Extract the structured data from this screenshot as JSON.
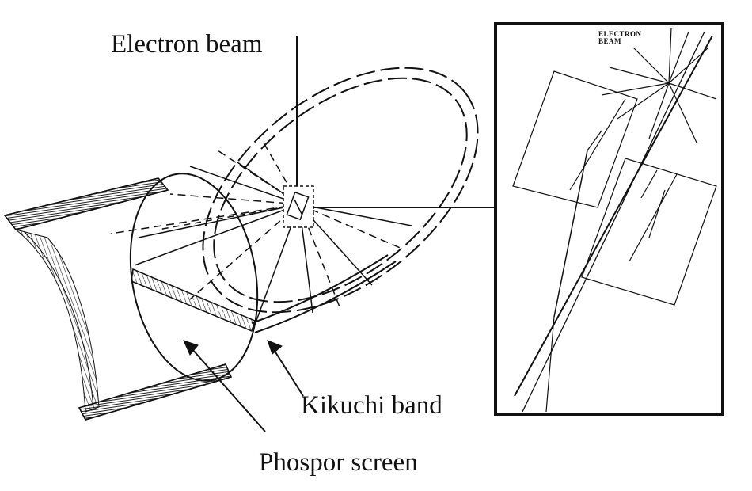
{
  "labels": {
    "electron_beam": "Electron beam",
    "kikuchi_band": "Kikuchi band",
    "phosphor_screen": "Phospor screen",
    "inset_electron": "ELECTRON",
    "inset_beam": "BEAM"
  },
  "colors": {
    "ink": "#111111",
    "background": "#ffffff"
  }
}
